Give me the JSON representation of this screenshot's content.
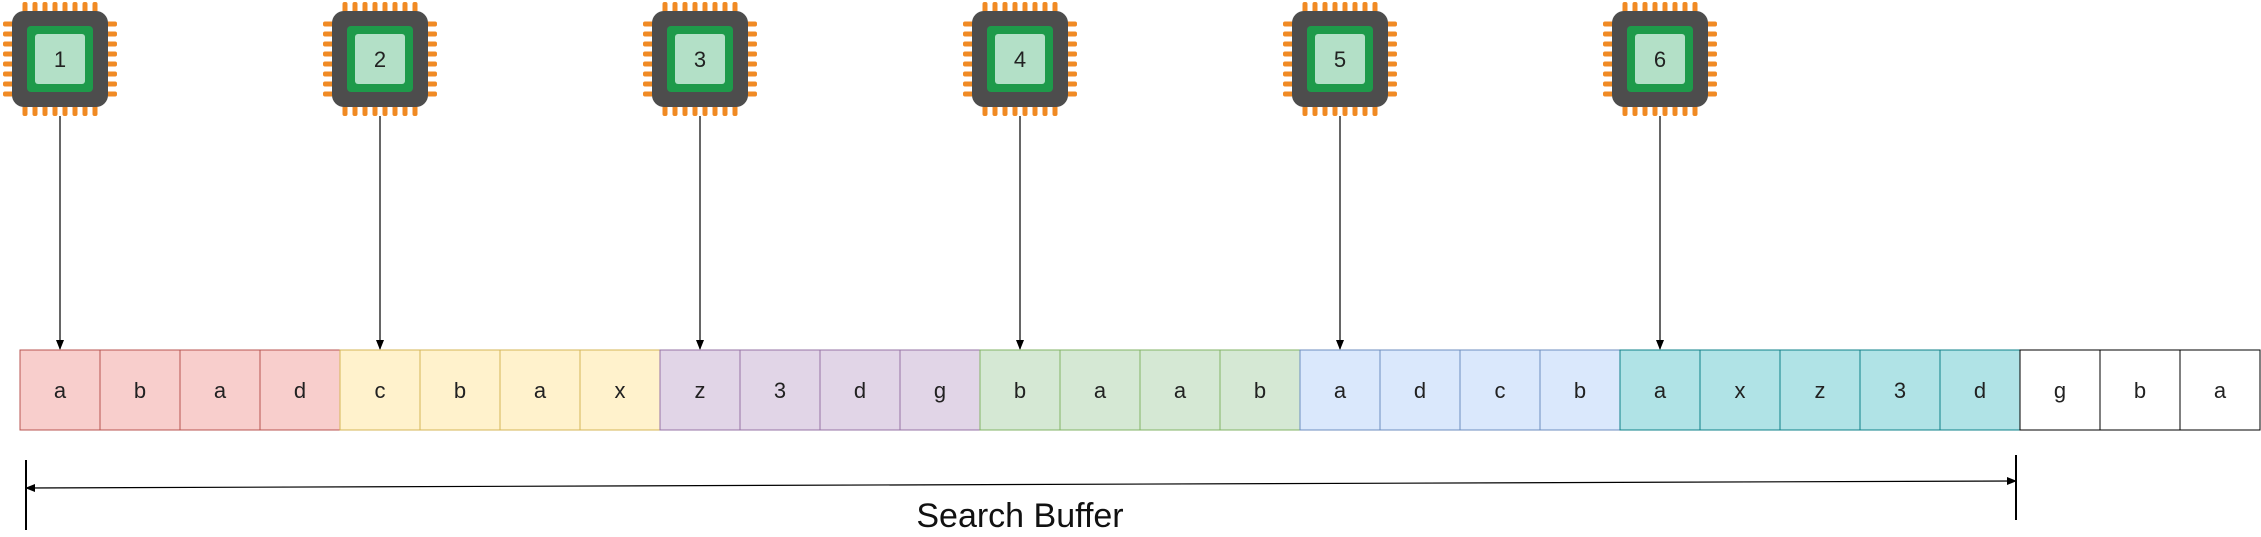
{
  "processors": [
    {
      "label": "1"
    },
    {
      "label": "2"
    },
    {
      "label": "3"
    },
    {
      "label": "4"
    },
    {
      "label": "5"
    },
    {
      "label": "6"
    }
  ],
  "buffer": {
    "cells": [
      {
        "text": "a",
        "group": 0
      },
      {
        "text": "b",
        "group": 0
      },
      {
        "text": "a",
        "group": 0
      },
      {
        "text": "d",
        "group": 0
      },
      {
        "text": "c",
        "group": 1
      },
      {
        "text": "b",
        "group": 1
      },
      {
        "text": "a",
        "group": 1
      },
      {
        "text": "x",
        "group": 1
      },
      {
        "text": "z",
        "group": 2
      },
      {
        "text": "3",
        "group": 2
      },
      {
        "text": "d",
        "group": 2
      },
      {
        "text": "g",
        "group": 2
      },
      {
        "text": "b",
        "group": 3
      },
      {
        "text": "a",
        "group": 3
      },
      {
        "text": "a",
        "group": 3
      },
      {
        "text": "b",
        "group": 3
      },
      {
        "text": "a",
        "group": 4
      },
      {
        "text": "d",
        "group": 4
      },
      {
        "text": "c",
        "group": 4
      },
      {
        "text": "b",
        "group": 4
      },
      {
        "text": "a",
        "group": 5
      },
      {
        "text": "x",
        "group": 5
      },
      {
        "text": "z",
        "group": 5
      },
      {
        "text": "3",
        "group": 5
      },
      {
        "text": "d",
        "group": 5
      },
      {
        "text": "g",
        "group": 6
      },
      {
        "text": "b",
        "group": 6
      },
      {
        "text": "a",
        "group": 6
      }
    ],
    "group_colors": [
      {
        "fill": "#f8cecc",
        "stroke": "#b85450"
      },
      {
        "fill": "#fff2cc",
        "stroke": "#d6b656"
      },
      {
        "fill": "#e1d5e7",
        "stroke": "#9673a6"
      },
      {
        "fill": "#d5e8d4",
        "stroke": "#82b366"
      },
      {
        "fill": "#dae8fc",
        "stroke": "#6c8ebf"
      },
      {
        "fill": "#b0e3e6",
        "stroke": "#0e8088"
      },
      {
        "fill": "#ffffff",
        "stroke": "#000000"
      }
    ]
  },
  "search_buffer": {
    "label": "Search Buffer"
  },
  "chip_colors": {
    "pins": "#f08a24",
    "body": "#4d4d4d",
    "ring": "#1e9a4a",
    "core": "#b3e0c7"
  }
}
